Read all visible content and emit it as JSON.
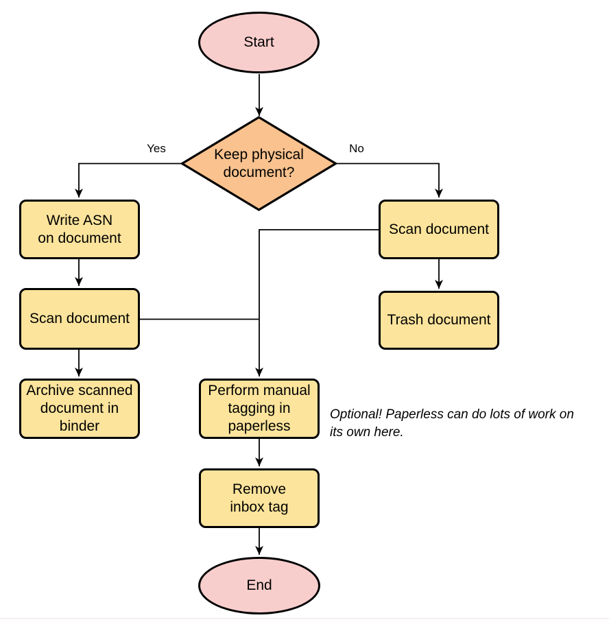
{
  "nodes": {
    "start": {
      "label": "Start"
    },
    "decision": {
      "label": "Keep physical\ndocument?"
    },
    "write_asn": {
      "label": "Write ASN\non document"
    },
    "scan_left": {
      "label": "Scan document"
    },
    "archive": {
      "label": "Archive scanned\ndocument in\nbinder"
    },
    "scan_right": {
      "label": "Scan document"
    },
    "trash": {
      "label": "Trash document"
    },
    "tagging": {
      "label": "Perform manual\ntagging in\npaperless"
    },
    "remove_inbox": {
      "label": "Remove\ninbox tag"
    },
    "end": {
      "label": "End"
    }
  },
  "edge_labels": {
    "yes": "Yes",
    "no": "No"
  },
  "annotation": "Optional! Paperless can do lots of work on\nits own here.",
  "colors": {
    "terminator_fill": "#F8CECC",
    "decision_fill": "#F9C28E",
    "process_fill": "#FCE49C",
    "stroke": "#000000"
  }
}
